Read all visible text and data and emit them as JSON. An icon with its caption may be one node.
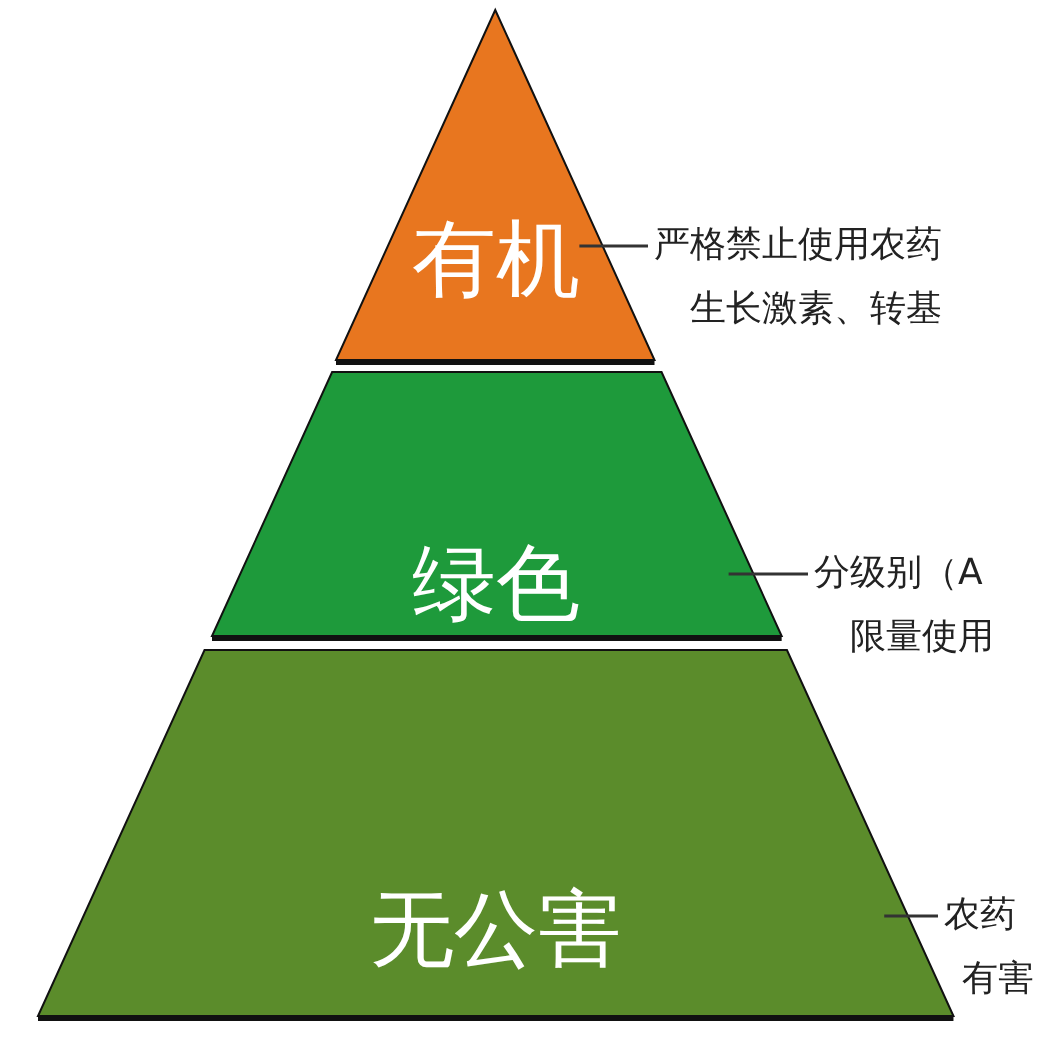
{
  "diagram": {
    "nodes": [
      {
        "text": [
          "有机"
        ]
      },
      {
        "text": [
          "绿色"
        ]
      },
      {
        "text": [
          "无公害"
        ]
      },
      {
        "text": [
          "严格禁止使用农药生长激素、转基"
        ]
      },
      {
        "text": [
          "分级别（A限量使用"
        ]
      },
      {
        "text": [
          "农药有害"
        ]
      }
    ],
    "edges": [
      {
        "from": 3,
        "to": 0,
        "arrow": "none"
      },
      {
        "from": 4,
        "to": 1,
        "arrow": "none"
      },
      {
        "from": 5,
        "to": 2,
        "arrow": "none"
      }
    ]
  }
}
